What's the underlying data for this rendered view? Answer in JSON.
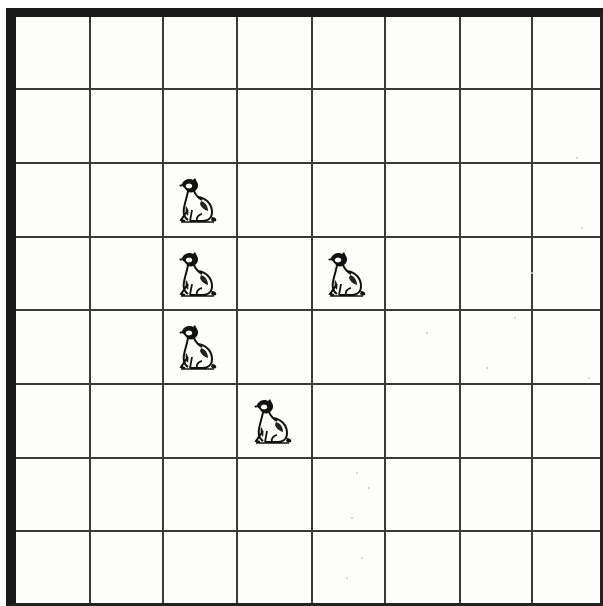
{
  "board": {
    "rows": 8,
    "cols": 8,
    "piece_icon": "dog-icon",
    "line_color": "#3a3a3a",
    "frame_color": "#1a1a1a",
    "pieces": [
      {
        "row": 2,
        "col": 2
      },
      {
        "row": 3,
        "col": 2
      },
      {
        "row": 3,
        "col": 4
      },
      {
        "row": 4,
        "col": 2
      },
      {
        "row": 5,
        "col": 3
      }
    ]
  }
}
